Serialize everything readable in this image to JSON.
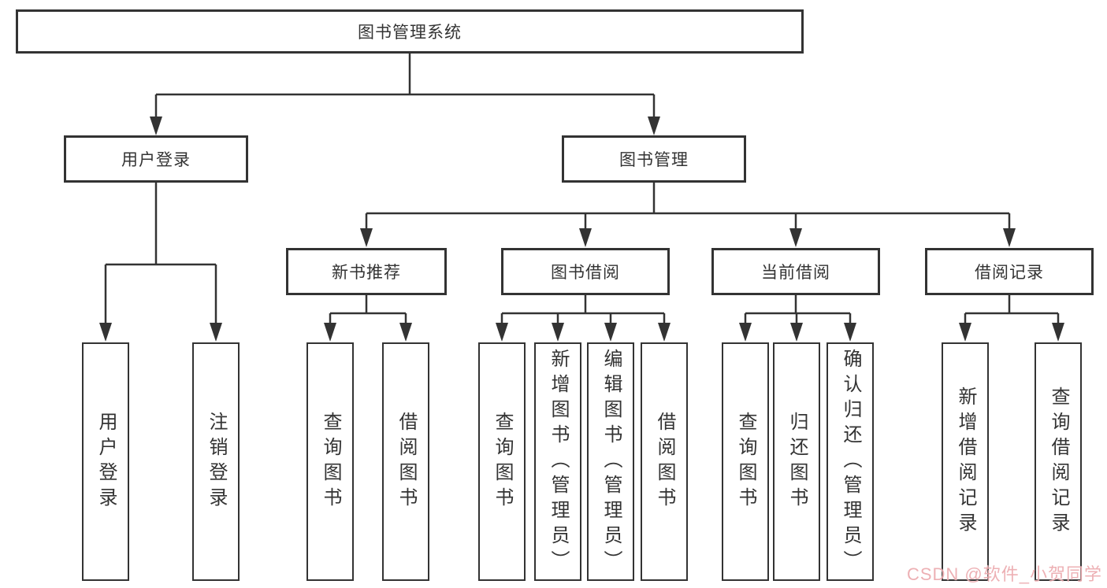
{
  "diagram": {
    "root": {
      "label": "图书管理系统"
    },
    "branches": [
      {
        "label": "用户登录",
        "children": [
          {
            "label": "用户登录"
          },
          {
            "label": "注销登录"
          }
        ]
      },
      {
        "label": "图书管理",
        "sections": [
          {
            "label": "新书推荐",
            "children": [
              {
                "label": "查询图书"
              },
              {
                "label": "借阅图书"
              }
            ]
          },
          {
            "label": "图书借阅",
            "children": [
              {
                "label": "查询图书"
              },
              {
                "label": "新增图书（管理员）"
              },
              {
                "label": "编辑图书（管理员）"
              },
              {
                "label": "借阅图书"
              }
            ]
          },
          {
            "label": "当前借阅",
            "children": [
              {
                "label": "查询图书"
              },
              {
                "label": "归还图书"
              },
              {
                "label": "确认归还（管理员）"
              }
            ]
          },
          {
            "label": "借阅记录",
            "children": [
              {
                "label": "新增借阅记录"
              },
              {
                "label": "查询借阅记录"
              }
            ]
          }
        ]
      }
    ]
  },
  "watermark": {
    "text": "CSDN @软件_小贺同学",
    "color": "#ecaaae"
  },
  "colors": {
    "line": "#333333",
    "box_border": "#333333",
    "text": "#333333",
    "background": "#ffffff"
  }
}
